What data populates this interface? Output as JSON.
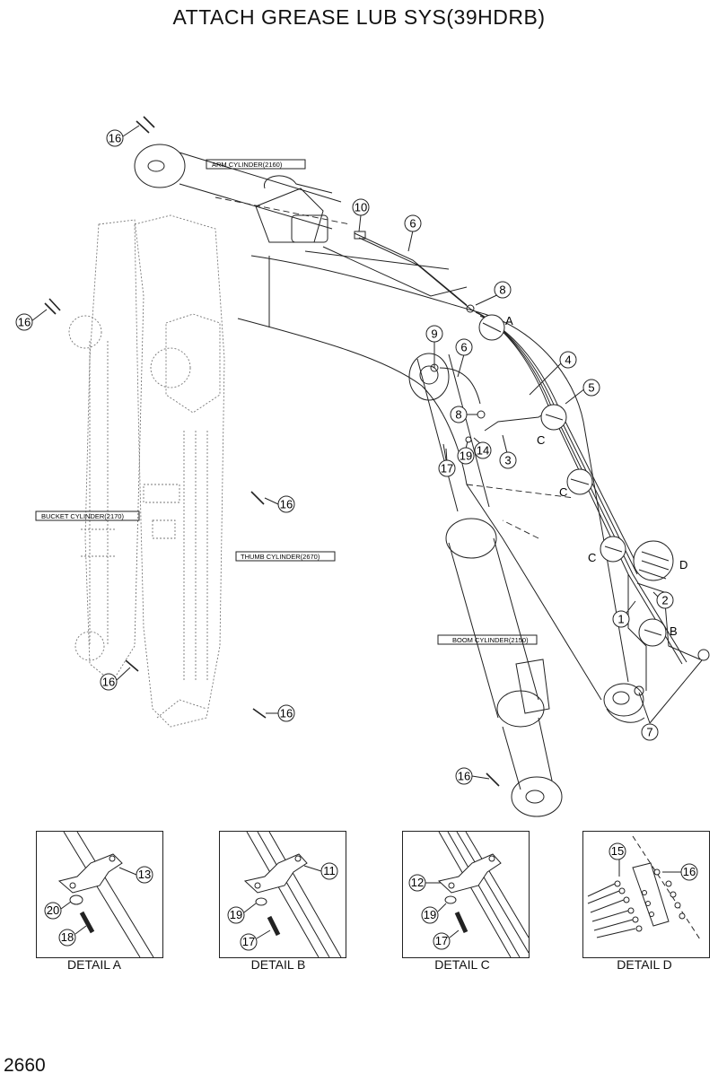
{
  "title": "ATTACH GREASE LUB SYS(39HDRB)",
  "page_number": "2660",
  "cylinder_labels": {
    "arm": "ARM CYLINDER(2160)",
    "bucket": "BUCKET CYLINDER(2170)",
    "thumb": "THUMB CYLINDER(2670)",
    "boom": "BOOM CYLINDER(2150)"
  },
  "callouts": {
    "c16a": "16",
    "c16b": "16",
    "c16c": "16",
    "c16d": "16",
    "c16e": "16",
    "c16f": "16",
    "c10": "10",
    "c6a": "6",
    "c6b": "6",
    "c8a": "8",
    "c8b": "8",
    "c9": "9",
    "c4": "4",
    "c5": "5",
    "c14": "14",
    "c3": "3",
    "c17": "17",
    "c19": "19",
    "c1": "1",
    "c2": "2",
    "c7": "7"
  },
  "detail_letters": {
    "A": "A",
    "C1": "C",
    "C2": "C",
    "C3": "C",
    "D": "D",
    "B": "B"
  },
  "details": [
    {
      "label": "DETAIL  A",
      "parts": [
        "13",
        "20",
        "18"
      ]
    },
    {
      "label": "DETAIL  B",
      "parts": [
        "11",
        "19",
        "17"
      ]
    },
    {
      "label": "DETAIL  C",
      "parts": [
        "12",
        "19",
        "17"
      ]
    },
    {
      "label": "DETAIL  D",
      "parts": [
        "15",
        "16"
      ]
    }
  ]
}
